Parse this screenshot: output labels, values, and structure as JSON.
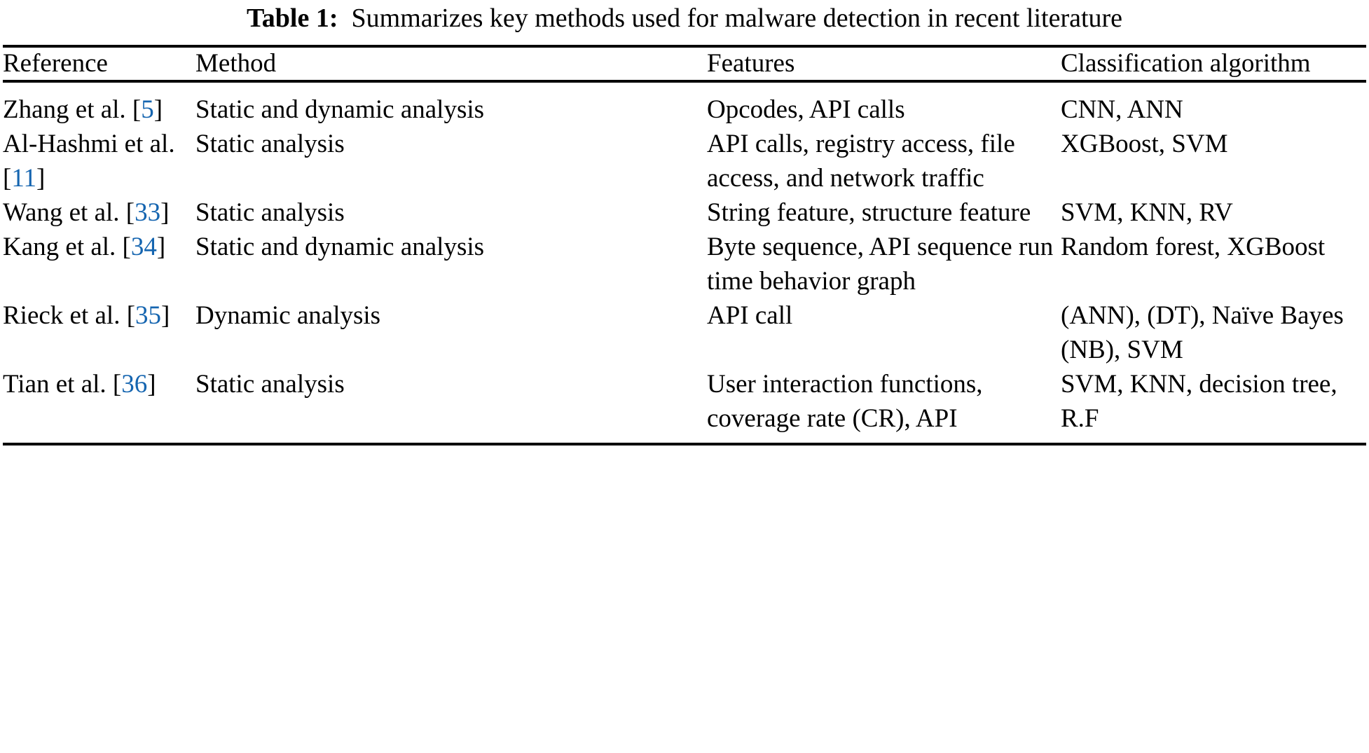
{
  "caption": {
    "label": "Table 1:",
    "text": "Summarizes key methods used for malware detection in recent literature"
  },
  "colors": {
    "text": "#000000",
    "citation_link": "#1565b0",
    "rule": "#000000",
    "background": "#ffffff"
  },
  "table": {
    "headers": [
      "Reference",
      "Method",
      "Features",
      "Classification algorithm"
    ],
    "rows": [
      {
        "reference_author": "Zhang et al. [",
        "reference_cite": "5",
        "reference_close": "]",
        "method": "Static and dynamic analysis",
        "features": "Opcodes, API calls",
        "classification": "CNN, ANN"
      },
      {
        "reference_author": "Al-Hashmi et al. [",
        "reference_cite": "11",
        "reference_close": "]",
        "method": "Static analysis",
        "features": "API calls, registry access, file access, and network traffic",
        "classification": "XGBoost, SVM"
      },
      {
        "reference_author": "Wang et al. [",
        "reference_cite": "33",
        "reference_close": "]",
        "method": "Static analysis",
        "features": "String feature, structure feature",
        "classification": "SVM, KNN, RV"
      },
      {
        "reference_author": "Kang et al. [",
        "reference_cite": "34",
        "reference_close": "]",
        "method": "Static and dynamic analysis",
        "features": "Byte sequence, API sequence run time behavior graph",
        "classification": "Random forest, XGBoost"
      },
      {
        "reference_author": "Rieck et al. [",
        "reference_cite": "35",
        "reference_close": "]",
        "method": "Dynamic analysis",
        "features": "API call",
        "classification": "(ANN), (DT), Naïve Bayes (NB), SVM"
      },
      {
        "reference_author": "Tian et al. [",
        "reference_cite": "36",
        "reference_close": "]",
        "method": "Static analysis",
        "features": "User interaction functions, coverage rate (CR), API",
        "classification": "SVM, KNN, decision tree, R.F"
      }
    ]
  }
}
